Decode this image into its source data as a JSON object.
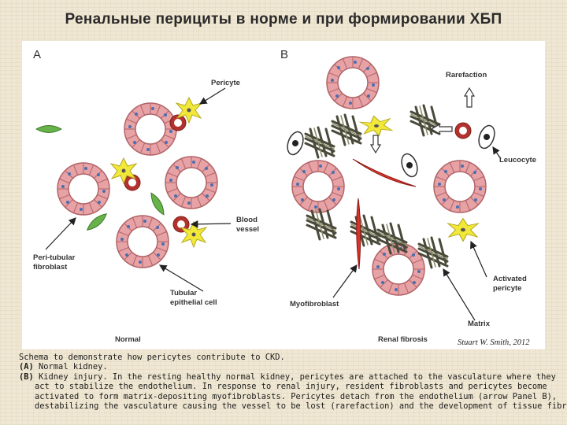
{
  "title": "Ренальные перициты в норме и при формировании ХБП",
  "figure": {
    "panel_a": "A",
    "panel_b": "B",
    "labels_a": {
      "pericyte": "Pericyte",
      "blood_vessel_1": "Blood",
      "blood_vessel_2": "vessel",
      "fibroblast_1": "Peri-tubular",
      "fibroblast_2": "fibroblast",
      "tubular_1": "Tubular",
      "tubular_2": "epithelial cell",
      "normal": "Normal"
    },
    "labels_b": {
      "rarefaction": "Rarefaction",
      "leucocyte": "Leucocyte",
      "activated_1": "Activated",
      "activated_2": "pericyte",
      "myofibroblast": "Myofibroblast",
      "matrix": "Matrix",
      "renal_fibrosis": "Renal fibrosis"
    },
    "credit": "Stuart W. Smith, 2012"
  },
  "caption": {
    "line1": "Schema to demonstrate how pericytes contribute to CKD.",
    "a_tag": "(A)",
    "a_text": " Normal kidney.",
    "b_tag": "(B)",
    "b_text": " Kidney injury. In the resting healthy normal kidney, pericytes are attached to the vasculature where they",
    "line4": "act to stabilize the endothelium. In response to renal injury, resident fibroblasts and pericytes become",
    "line5": "activated to form matrix-depositing myofibroblasts. Pericytes detach from the endothelium (arrow Panel B),",
    "line6": "destabilizing the vasculature causing the vessel to be lost (rarefaction) and the development of tissue fibrosis."
  },
  "colors": {
    "tubule": "#e7a2a6",
    "tubule_stroke": "#b26468",
    "pericyte": "#f2e83a",
    "fibroblast": "#67b24a",
    "vessel": "#b4322e",
    "myofibroblast": "#d8322a",
    "matrix": "#4a4a3a"
  }
}
